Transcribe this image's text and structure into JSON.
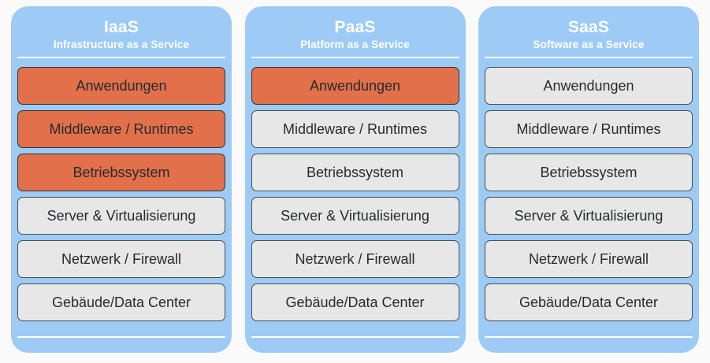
{
  "diagram": {
    "type": "cloud-service-model-responsibility-stack",
    "background_color": "#fafafa",
    "card_color": "#9dcbf5",
    "highlight_color": "#e2704a",
    "neutral_color": "#e7e7e7",
    "columns": [
      {
        "title": "IaaS",
        "subtitle": "Infrastructure as a Service",
        "layers": [
          {
            "label": "Anwendungen",
            "highlighted": true
          },
          {
            "label": "Middleware / Runtimes",
            "highlighted": true
          },
          {
            "label": "Betriebssystem",
            "highlighted": true
          },
          {
            "label": "Server & Virtualisierung",
            "highlighted": false
          },
          {
            "label": "Netzwerk / Firewall",
            "highlighted": false
          },
          {
            "label": "Gebäude/Data Center",
            "highlighted": false
          }
        ]
      },
      {
        "title": "PaaS",
        "subtitle": "Platform as a Service",
        "layers": [
          {
            "label": "Anwendungen",
            "highlighted": true
          },
          {
            "label": "Middleware / Runtimes",
            "highlighted": false
          },
          {
            "label": "Betriebssystem",
            "highlighted": false
          },
          {
            "label": "Server & Virtualisierung",
            "highlighted": false
          },
          {
            "label": "Netzwerk / Firewall",
            "highlighted": false
          },
          {
            "label": "Gebäude/Data Center",
            "highlighted": false
          }
        ]
      },
      {
        "title": "SaaS",
        "subtitle": "Software as a Service",
        "layers": [
          {
            "label": "Anwendungen",
            "highlighted": false
          },
          {
            "label": "Middleware / Runtimes",
            "highlighted": false
          },
          {
            "label": "Betriebssystem",
            "highlighted": false
          },
          {
            "label": "Server & Virtualisierung",
            "highlighted": false
          },
          {
            "label": "Netzwerk / Firewall",
            "highlighted": false
          },
          {
            "label": "Gebäude/Data Center",
            "highlighted": false
          }
        ]
      }
    ]
  }
}
